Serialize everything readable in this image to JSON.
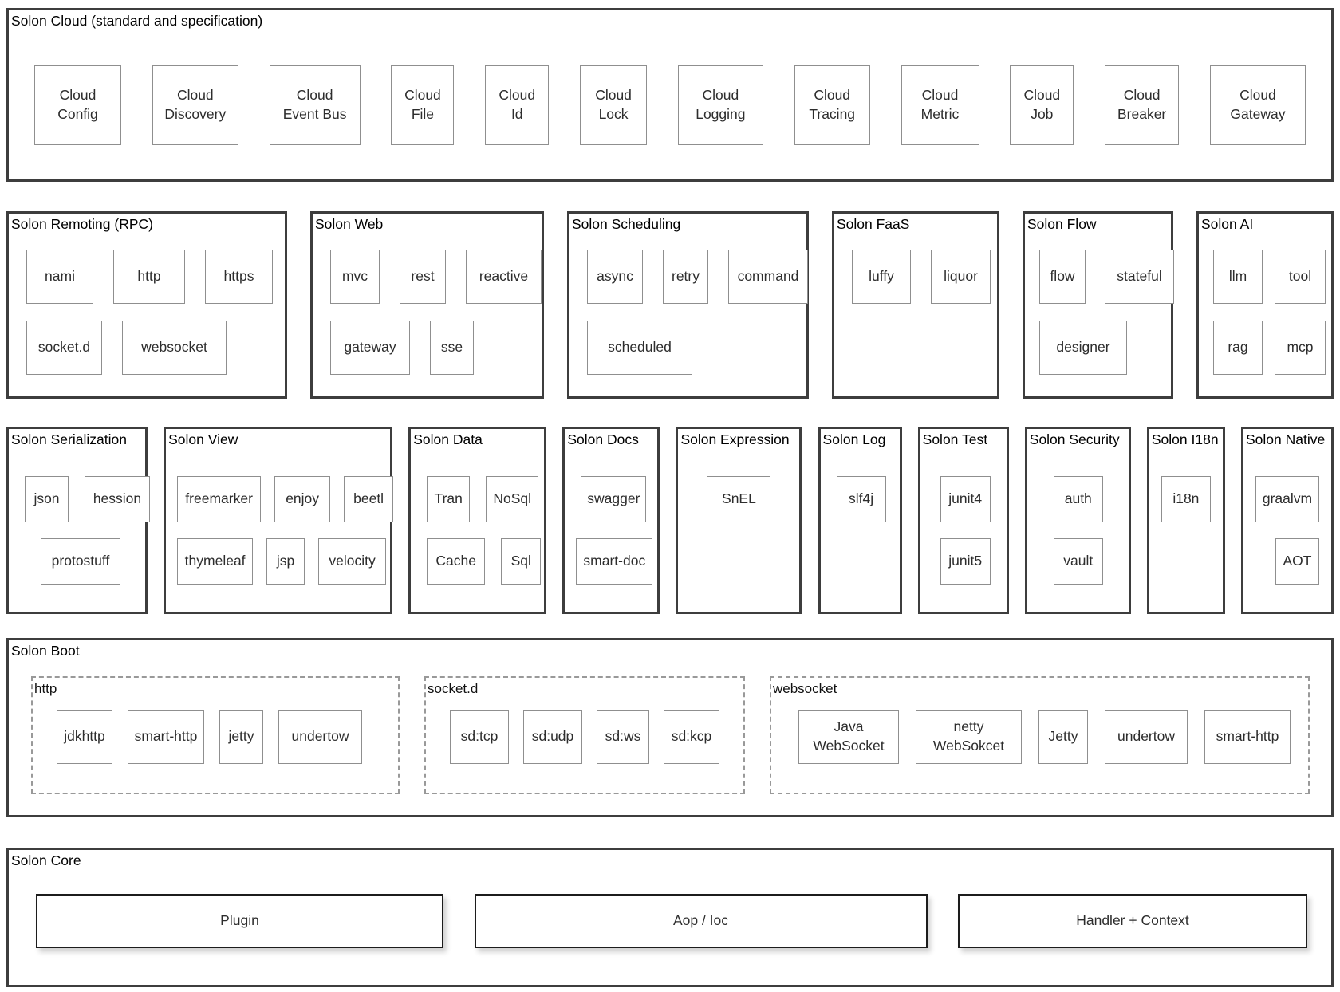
{
  "cloud": {
    "title": "Solon Cloud (standard and specification)",
    "items": [
      "Cloud\nConfig",
      "Cloud\nDiscovery",
      "Cloud\nEvent Bus",
      "Cloud\nFile",
      "Cloud\nId",
      "Cloud\nLock",
      "Cloud\nLogging",
      "Cloud\nTracing",
      "Cloud\nMetric",
      "Cloud\nJob",
      "Cloud\nBreaker",
      "Cloud\nGateway"
    ]
  },
  "remoting": {
    "title": "Solon Remoting (RPC)",
    "row1": [
      "nami",
      "http",
      "https"
    ],
    "row2": [
      "socket.d",
      "websocket"
    ]
  },
  "web": {
    "title": "Solon Web",
    "row1": [
      "mvc",
      "rest",
      "reactive"
    ],
    "row2": [
      "gateway",
      "sse"
    ]
  },
  "scheduling": {
    "title": "Solon Scheduling",
    "row1": [
      "async",
      "retry",
      "command"
    ],
    "row2": [
      "scheduled"
    ]
  },
  "faas": {
    "title": "Solon FaaS",
    "row1": [
      "luffy",
      "liquor"
    ]
  },
  "flow": {
    "title": "Solon Flow",
    "row1": [
      "flow",
      "stateful"
    ],
    "row2": [
      "designer"
    ]
  },
  "ai": {
    "title": "Solon AI",
    "row1": [
      "llm",
      "tool"
    ],
    "row2": [
      "rag",
      "mcp"
    ]
  },
  "serialization": {
    "title": "Solon Serialization",
    "row1": [
      "json",
      "hession"
    ],
    "row2": [
      "protostuff"
    ]
  },
  "view": {
    "title": "Solon View",
    "row1": [
      "freemarker",
      "enjoy",
      "beetl"
    ],
    "row2": [
      "thymeleaf",
      "jsp",
      "velocity"
    ]
  },
  "data": {
    "title": "Solon Data",
    "row1": [
      "Tran",
      "NoSql"
    ],
    "row2": [
      "Cache",
      "Sql"
    ]
  },
  "docs": {
    "title": "Solon Docs",
    "row1": [
      "swagger"
    ],
    "row2": [
      "smart-doc"
    ]
  },
  "expression": {
    "title": "Solon Expression",
    "row1": [
      "SnEL"
    ]
  },
  "log": {
    "title": "Solon Log",
    "row1": [
      "slf4j"
    ]
  },
  "test": {
    "title": "Solon Test",
    "row1": [
      "junit4"
    ],
    "row2": [
      "junit5"
    ]
  },
  "security": {
    "title": "Solon Security",
    "row1": [
      "auth"
    ],
    "row2": [
      "vault"
    ]
  },
  "i18n": {
    "title": "Solon I18n",
    "row1": [
      "i18n"
    ]
  },
  "native": {
    "title": "Solon Native",
    "row1": [
      "graalvm"
    ],
    "row2": [
      "AOT"
    ]
  },
  "boot": {
    "title": "Solon Boot",
    "groups": [
      {
        "title": "http",
        "items": [
          "jdkhttp",
          "smart-http",
          "jetty",
          "undertow"
        ]
      },
      {
        "title": "socket.d",
        "items": [
          "sd:tcp",
          "sd:udp",
          "sd:ws",
          "sd:kcp"
        ]
      },
      {
        "title": "websocket",
        "items": [
          "Java\nWebSocket",
          "netty\nWebSokcet",
          "Jetty",
          "undertow",
          "smart-http"
        ]
      }
    ]
  },
  "core": {
    "title": "Solon Core",
    "items": [
      "Plugin",
      "Aop / Ioc",
      "Handler + Context"
    ]
  }
}
